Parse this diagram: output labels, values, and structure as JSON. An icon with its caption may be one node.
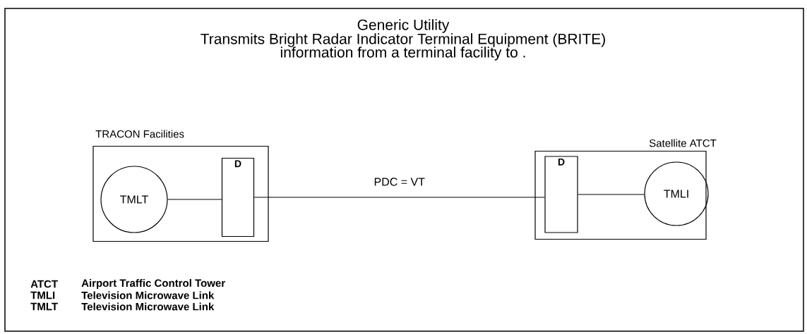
{
  "diagram": {
    "title": "Generic Utility",
    "nodes": [
      {
        "text": [
          "TRACON Facilities"
        ]
      },
      {
        "text": [
          "TMLT"
        ],
        "in": 0
      },
      {
        "text": [
          "D"
        ],
        "in": 0
      },
      {
        "text": [
          "Satellite ATCT"
        ]
      },
      {
        "text": [
          "D"
        ],
        "in": 3
      },
      {
        "text": [
          "TMLI"
        ],
        "in": 3
      }
    ],
    "edges": [
      {
        "from": 1,
        "to": 2,
        "arrow": "none"
      },
      {
        "from": 2,
        "to": 4,
        "arrow": "none",
        "label": "PDC = VT"
      },
      {
        "from": 4,
        "to": 5,
        "arrow": "none"
      }
    ],
    "labels": [
      "Transmits Bright Radar Indicator Terminal Equipment (BRITE)",
      "information from a terminal facility to .",
      "ATCT",
      "Airport Traffic Control Tower",
      "TMLI",
      "Television Microwave Link",
      "TMLT",
      "Television Microwave Link"
    ]
  }
}
